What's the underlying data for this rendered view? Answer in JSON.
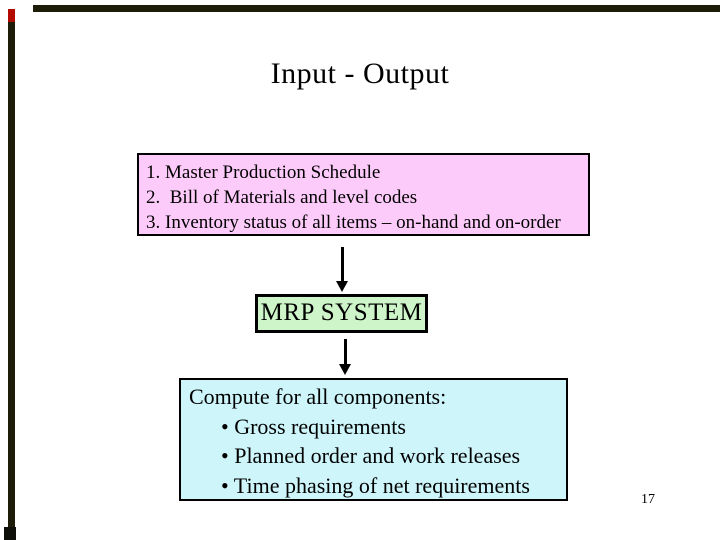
{
  "frame": {
    "edge_color": "#1c1c08",
    "red_mark_color": "#b30b00",
    "nub_color": "#10100a"
  },
  "slide": {
    "title": "Input - Output",
    "page_number": "17",
    "arrow_color": "#000000",
    "input_box": {
      "bg": "#fccbfa",
      "lines": [
        "1. Master Production Schedule",
        "2.  Bill of Materials and level codes",
        "3. Inventory status of all items – on-hand and on-order"
      ]
    },
    "mrp_box": {
      "bg": "#cdf5c9",
      "label": "MRP SYSTEM"
    },
    "output_box": {
      "bg": "#cdf5fa",
      "heading": "Compute for all components:",
      "bullets": [
        "• Gross requirements",
        "• Planned order and work releases",
        "• Time phasing of net requirements"
      ]
    }
  }
}
